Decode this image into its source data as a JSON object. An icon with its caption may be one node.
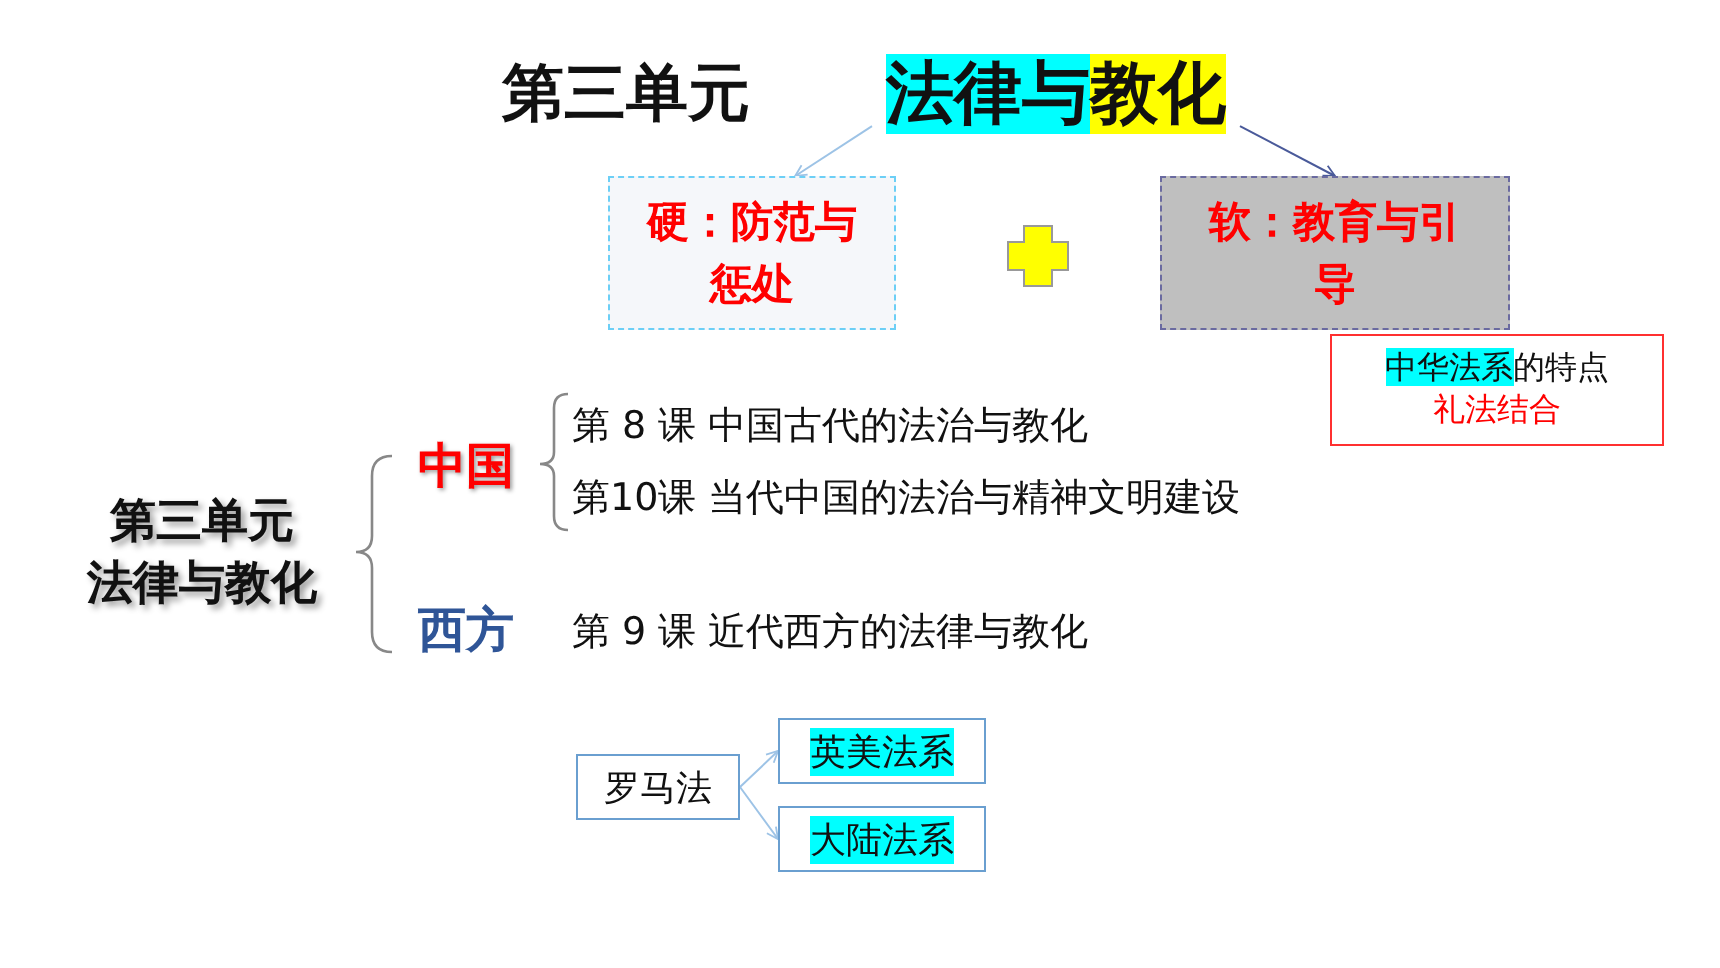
{
  "diagram": {
    "nodes": [
      {
        "text": [
          "第三单元"
        ]
      },
      {
        "text": [
          "法律与教化"
        ]
      },
      {
        "text": [
          "硬：防范与惩处"
        ]
      },
      {
        "text": [
          "软：教育与引导"
        ]
      },
      {
        "text": [
          "中华法系的特点",
          "礼法结合"
        ]
      },
      {
        "text": [
          "第三单元",
          "法律与教化"
        ]
      },
      {
        "text": [
          "中国"
        ]
      },
      {
        "text": [
          "西方"
        ]
      },
      {
        "text": [
          "第 8 课 中国古代的法治与教化"
        ]
      },
      {
        "text": [
          "第10课 当代中国的法治与精神文明建设"
        ]
      },
      {
        "text": [
          "第 9 课 近代西方的法律与教化"
        ]
      },
      {
        "text": [
          "罗马法"
        ]
      },
      {
        "text": [
          "英美法系"
        ]
      },
      {
        "text": [
          "大陆法系"
        ]
      }
    ],
    "edges": [
      {
        "from": 1,
        "to": 2,
        "arrow": "to"
      },
      {
        "from": 1,
        "to": 3,
        "arrow": "to",
        "color": "#4a5a9a"
      },
      {
        "from": 11,
        "to": 12,
        "arrow": "to"
      },
      {
        "from": 11,
        "to": 13,
        "arrow": "to"
      }
    ]
  }
}
